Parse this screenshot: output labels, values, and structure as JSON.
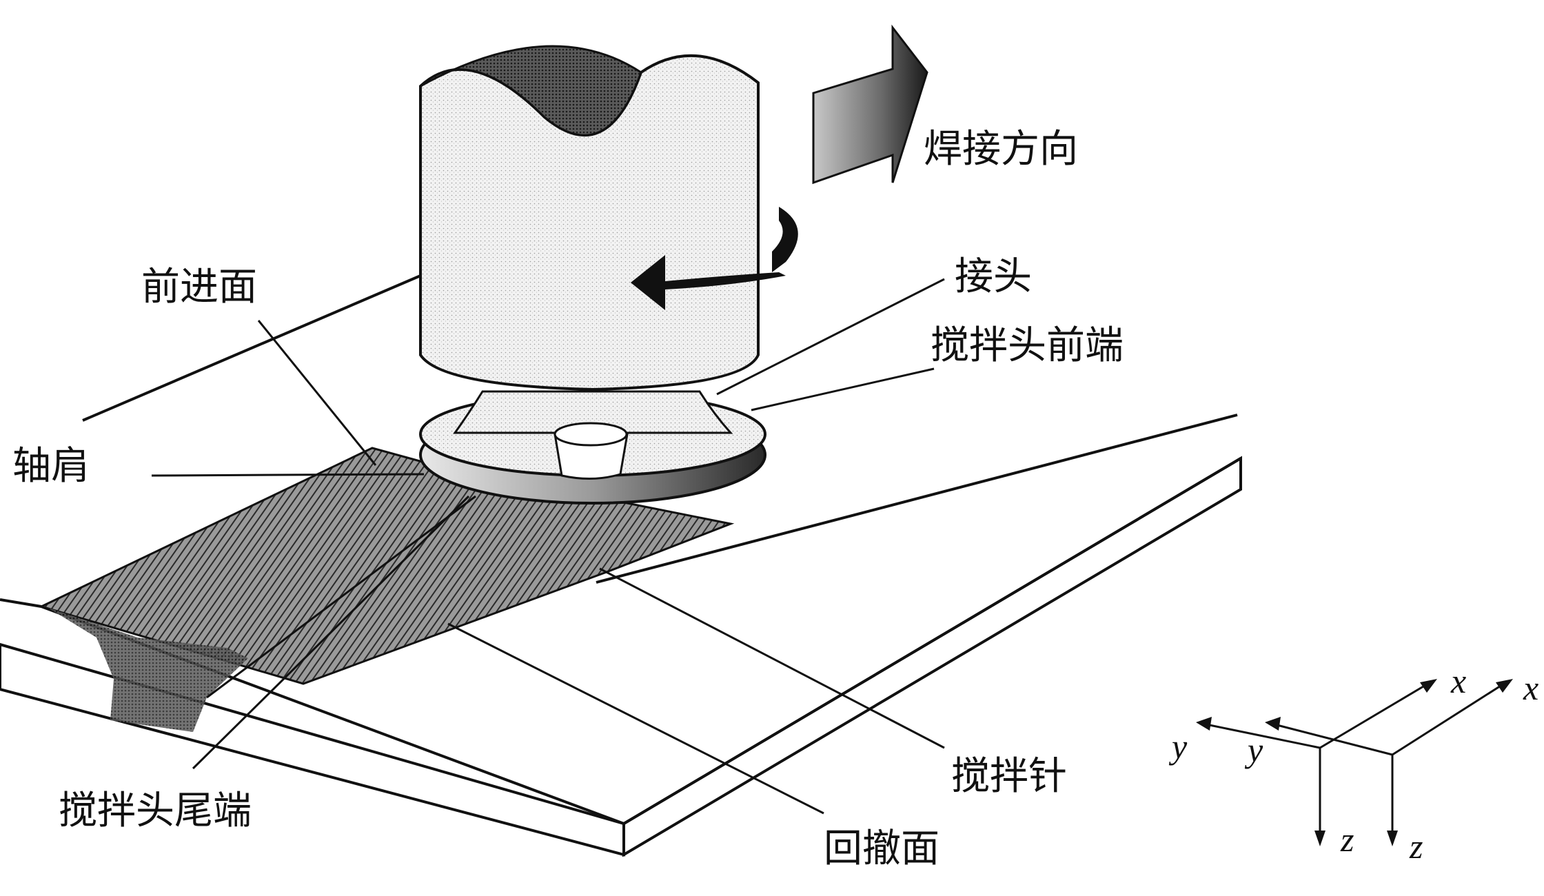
{
  "labels": {
    "welding_direction": "焊接方向",
    "advancing_side": "前进面",
    "joint": "接头",
    "tool_leading_edge": "搅拌头前端",
    "shoulder": "轴肩",
    "tool_trailing_edge": "搅拌头尾端",
    "pin": "搅拌针",
    "retreating_side": "回撤面"
  },
  "axes": {
    "global": {
      "x": "x",
      "y": "y",
      "z": "z"
    },
    "local": {
      "x": "x",
      "y": "y",
      "z": "z"
    }
  },
  "icons": {
    "direction_arrow": "welding-direction-arrow-icon",
    "rotation_arrow": "rotation-arrow-icon"
  }
}
